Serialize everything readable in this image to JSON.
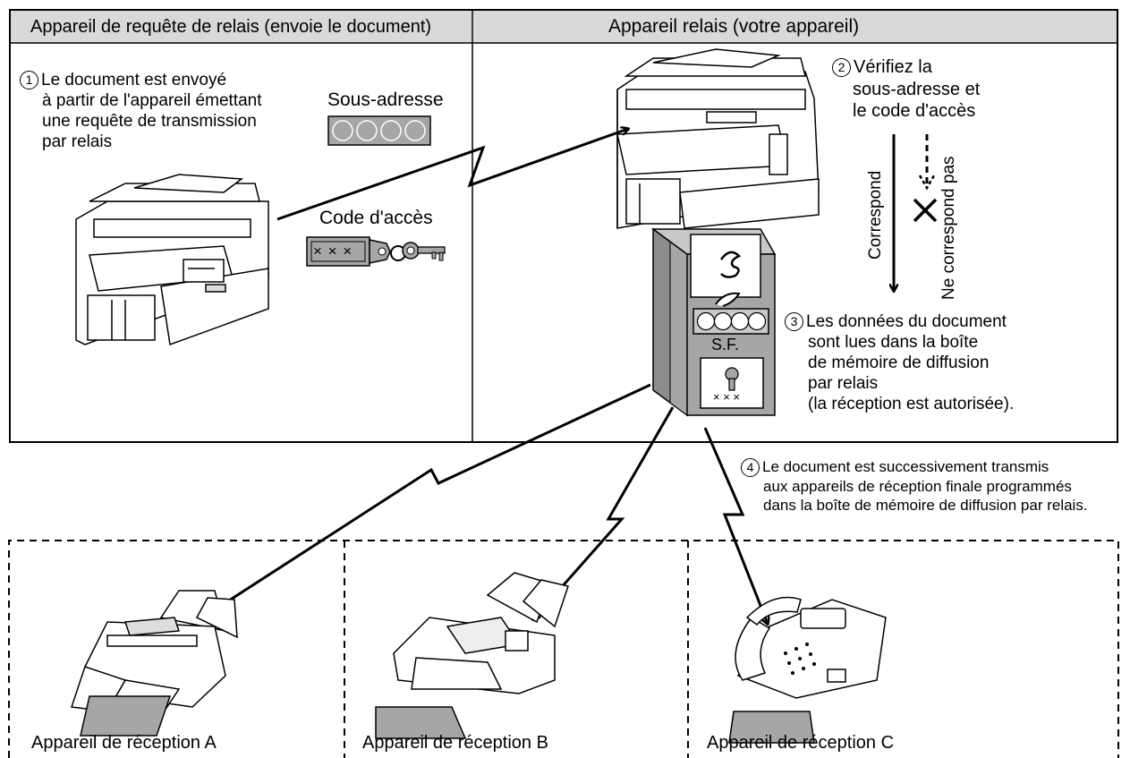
{
  "header": {
    "left_title": "Appareil de requête de relais (envoie le document)",
    "right_title": "Appareil relais (votre appareil)"
  },
  "step1": {
    "number": "1",
    "lines": [
      "Le document est envoyé",
      "à partir de l'appareil émettant",
      "une requête de transmission",
      "par relais"
    ]
  },
  "sub_address_label": "Sous-adresse",
  "access_code_label": "Code d'accès",
  "access_code_value": "× × ×",
  "step2": {
    "number": "2",
    "lines": [
      "Vérifiez la",
      "sous-adresse et",
      "le code d'accès"
    ]
  },
  "match_label": "Correspond",
  "nomatch_label": "Ne correspond pas",
  "mailbox": {
    "label": "S.F.",
    "code": "× × ×"
  },
  "step3": {
    "number": "3",
    "lines": [
      "Les données du document",
      "sont lues dans la boîte",
      "de mémoire de diffusion",
      "par relais",
      "(la réception est autorisée)."
    ]
  },
  "step4": {
    "number": "4",
    "lines": [
      "Le document est successivement transmis",
      "aux appareils de réception finale programmés",
      "dans la boîte de mémoire de diffusion par relais."
    ]
  },
  "receivers": {
    "a": "Appareil de réception A",
    "b": "Appareil de réception B",
    "c": "Appareil de réception C"
  },
  "colors": {
    "header_bg": "#d9d9d9",
    "panel_grey": "#a6a6a6",
    "box_dark": "#8c8c8c",
    "box_light": "#c8c8c8"
  }
}
